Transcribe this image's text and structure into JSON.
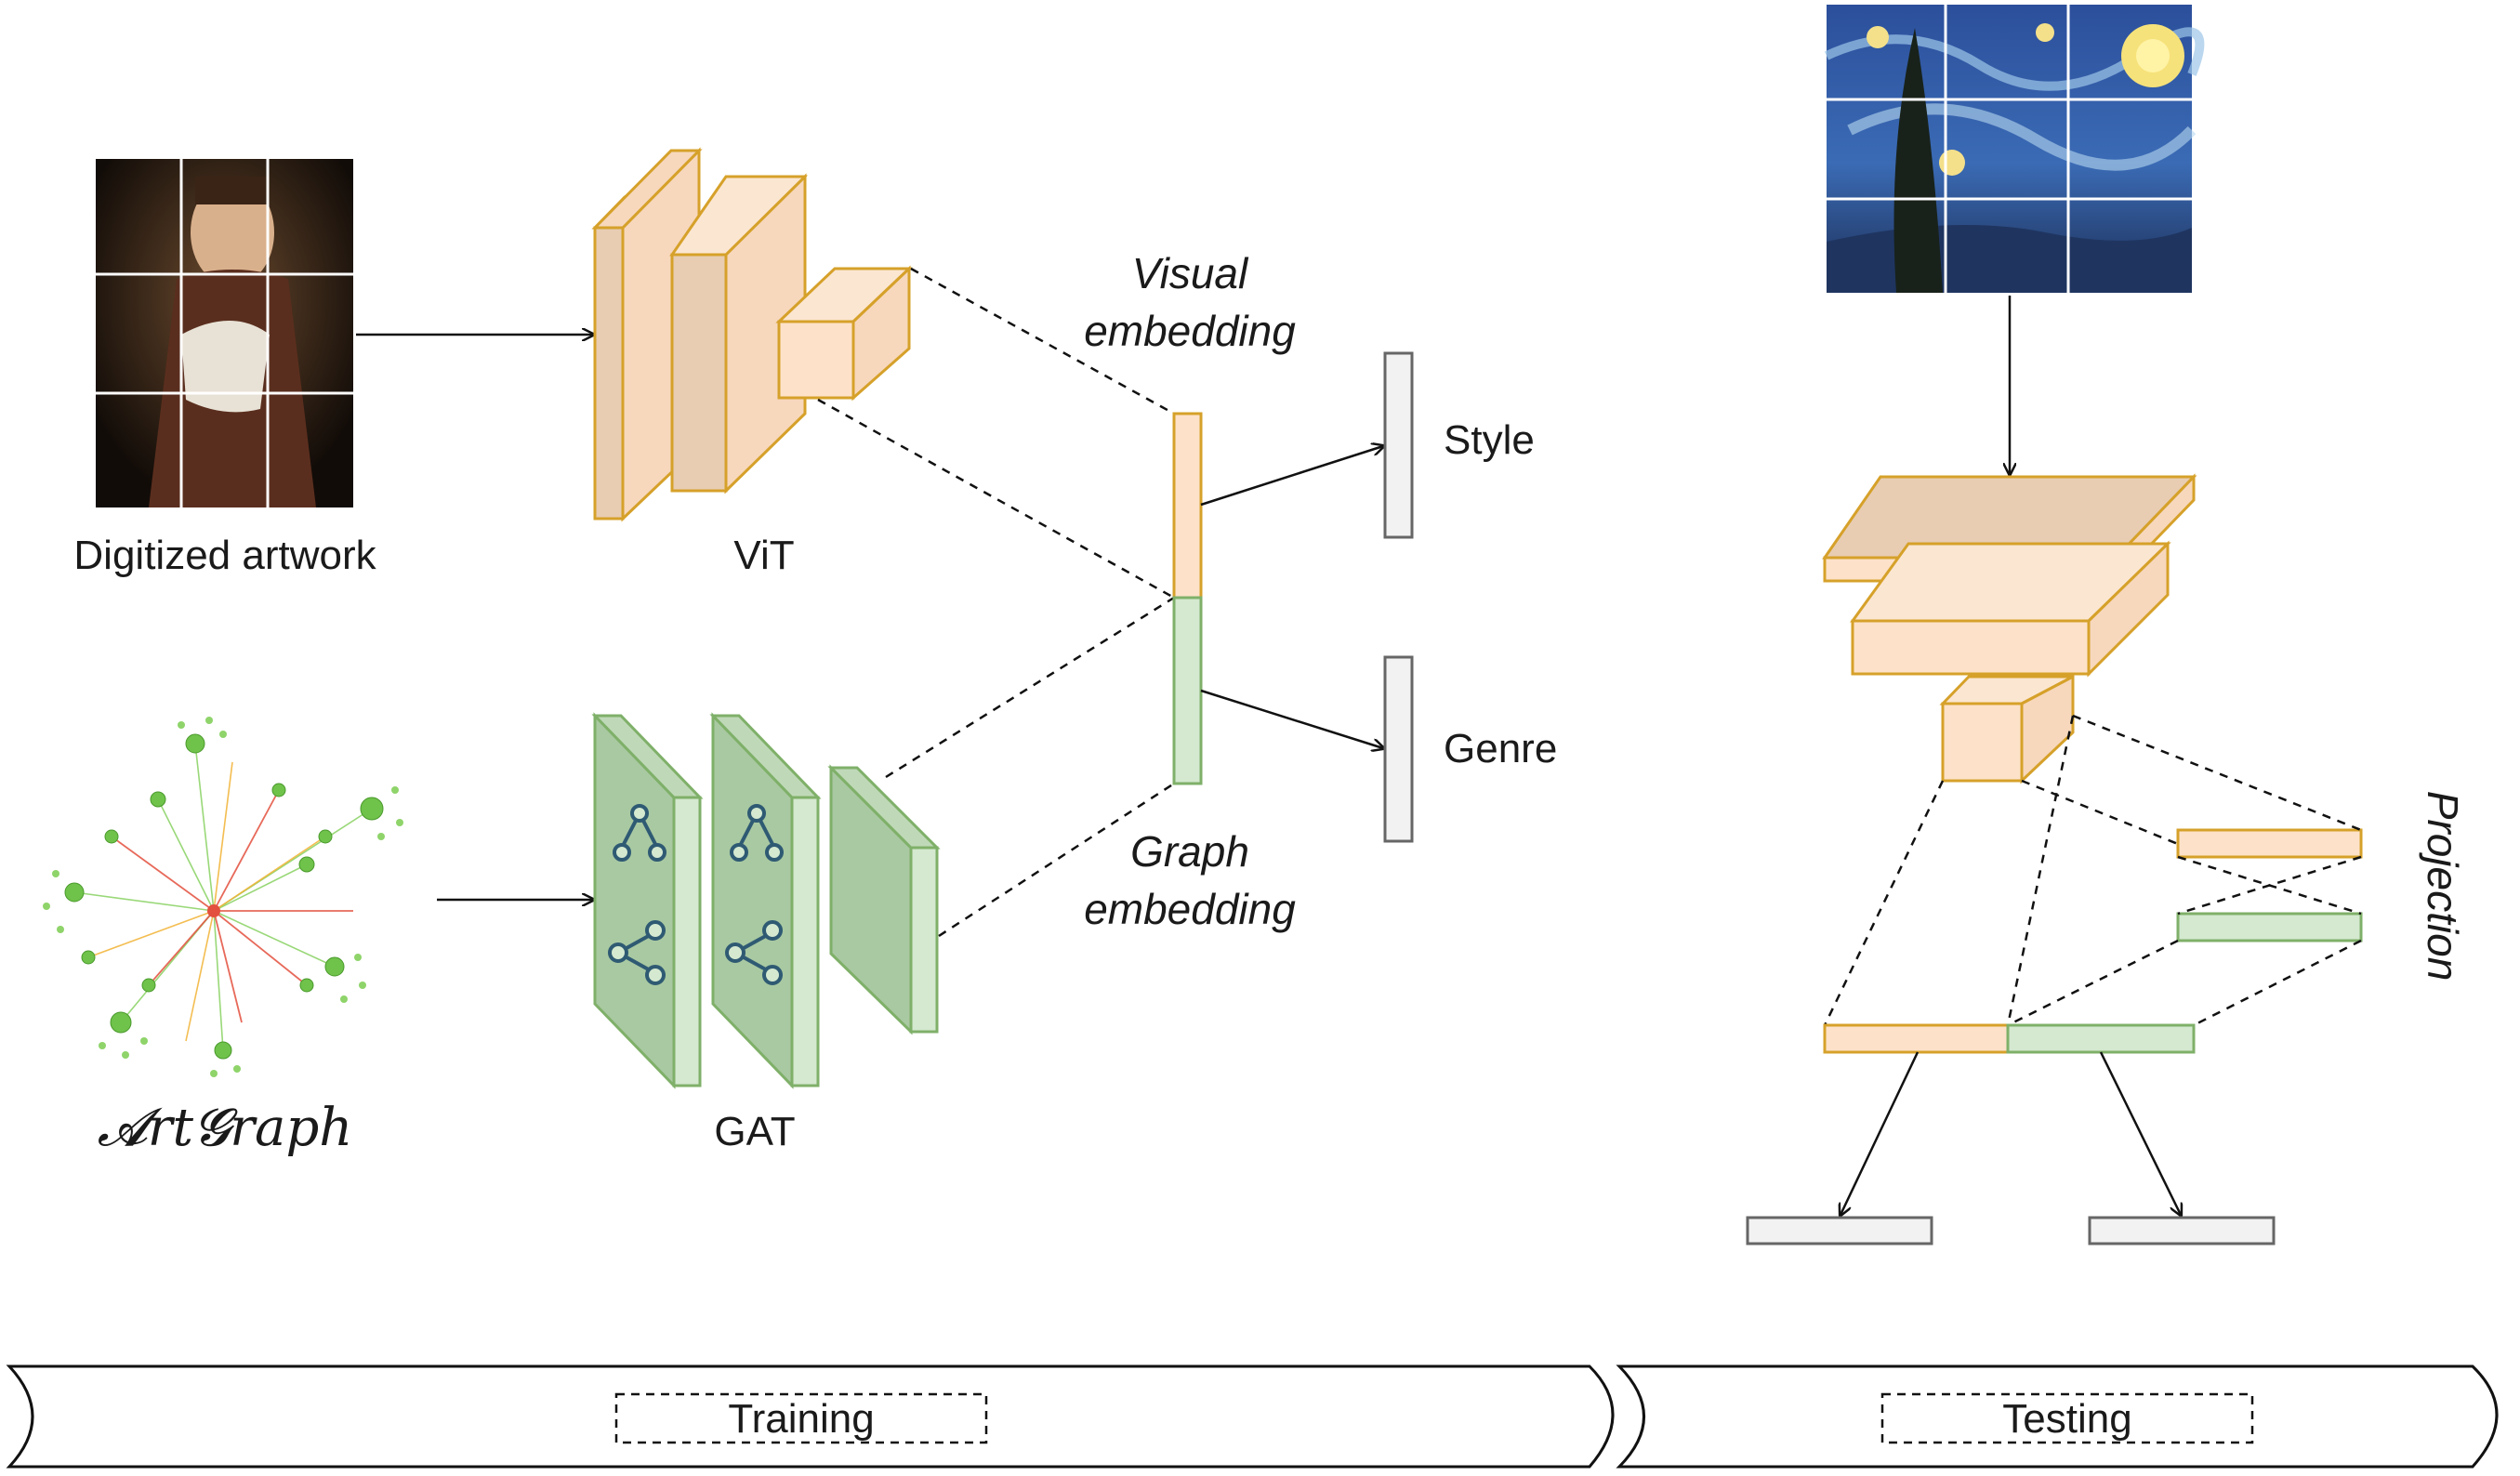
{
  "labels": {
    "input_artwork": "Digitized artwork",
    "vit": "ViT",
    "artgraph": "𝓐rt𝓖raph",
    "gat": "GAT",
    "visual_embedding_line1": "Visual",
    "visual_embedding_line2": "embedding",
    "graph_embedding_line1": "Graph",
    "graph_embedding_line2": "embedding",
    "style": "Style",
    "genre": "Genre",
    "projection": "Projection"
  },
  "phases": {
    "training": "Training",
    "testing": "Testing"
  },
  "colors": {
    "visual": "#fde2c9",
    "graph": "#d4e9d0",
    "output": "#f2f2f2",
    "visual_stroke": "#d6a12a",
    "graph_stroke": "#7fb069"
  },
  "images": {
    "training_input": "portrait-painting",
    "knowledge_graph": "graph-visualization",
    "testing_input": "starry-night-painting"
  }
}
